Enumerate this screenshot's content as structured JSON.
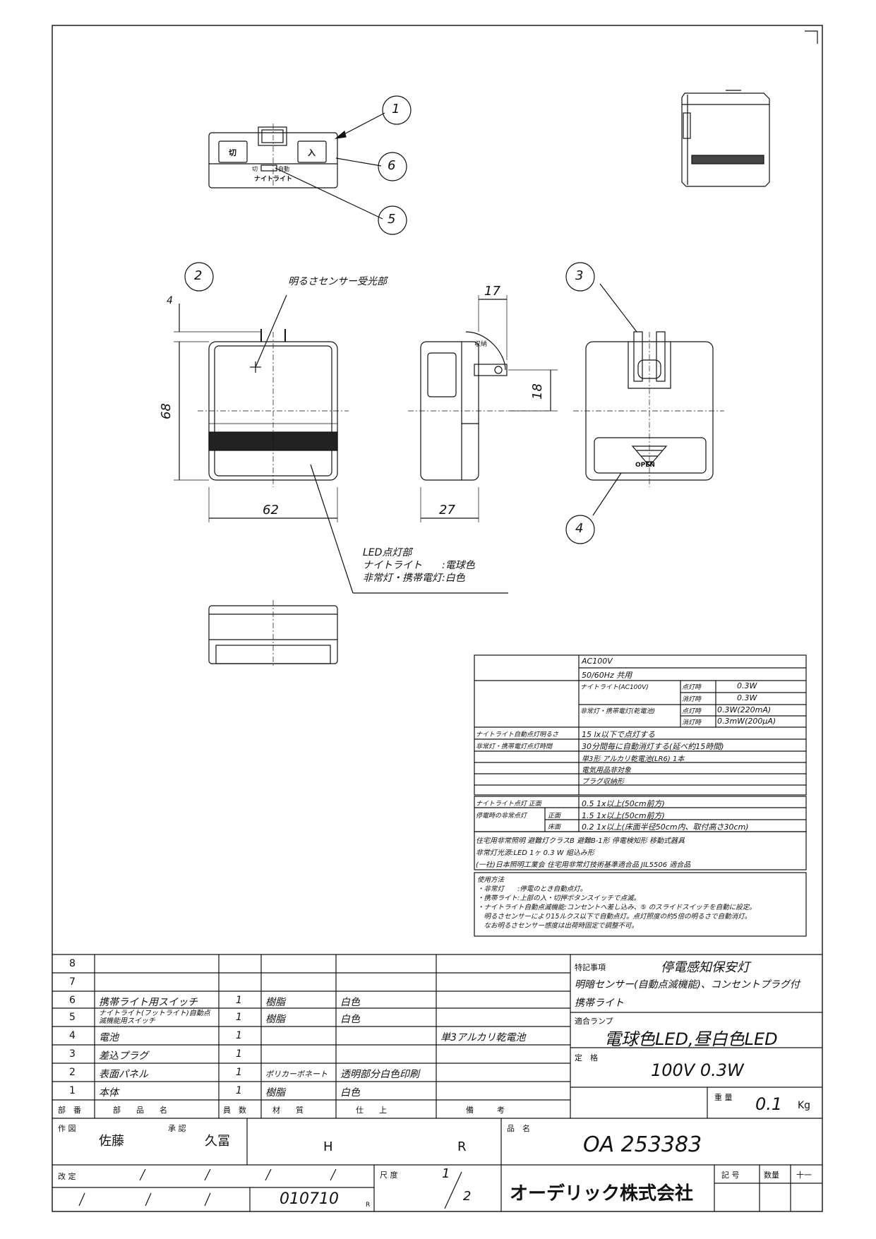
{
  "callouts": [
    "1",
    "6",
    "5",
    "2",
    "3",
    "4"
  ],
  "view_labels": {
    "sensor": "明るさセンサー受光部",
    "led_title": "LED点灯部",
    "led_night": "ナイトライト　　:電球色",
    "led_emergency": "非常灯・携帯電灯:白色",
    "storage": "収納",
    "open": "OPEN",
    "btn_off": "切",
    "btn_on": "入",
    "sw_off": "切",
    "sw_auto": "自動",
    "nightlight": "ナイトライト"
  },
  "dimensions": {
    "d4": "4",
    "d68": "68",
    "d62": "62",
    "d17": "17",
    "d18": "18",
    "d27": "27"
  },
  "spec": {
    "row_ac": "AC100V",
    "row_hz": "50/60Hz 共用",
    "night_label": "ナイトライト(AC100V)",
    "on_time": "点灯時",
    "off_time": "消灯時",
    "night_on": "0.3W",
    "night_off": "0.3W",
    "emer_label": "非常灯・携帯電灯(乾電池)",
    "emer_on": "0.3W(220mA)",
    "emer_off": "0.3mW(200μA)",
    "auto_bright_label": "ナイトライト自動点灯明るさ",
    "auto_bright": "15 lx以下で点灯する",
    "emer_time_label": "非常灯・携帯電灯点灯時間",
    "emer_time": "30分間毎に自動消灯する(延べ約15時間)",
    "battery": "単3形 アルカリ乾電池(LR6) 1本",
    "elec": "電気用品非対象",
    "plug": "プラグ収納形",
    "lux_night_label": "ナイトライト点灯 正面",
    "lux_night": "0.5 1x以上(50cm前方)",
    "lux_emer_label": "停電時の非常点灯",
    "front": "正面",
    "floor": "床面",
    "lux_emer_front": "1.5 1x以上(50cm前方)",
    "lux_emer_floor": "0.2 1x以上(床面半径50cm内、取付高さ30cm)",
    "std1": "住宅用非常照明 避難灯クラスB 避難B-1形 停電検知形 移動式器具",
    "std2": "非常灯光源:LED 1ヶ 0.3 W 組込み形",
    "std3": "(一社)日本照明工業会 住宅用非常灯技術基準適合品 JIL5506 適合品"
  },
  "usage": {
    "title": "使用方法",
    "l1": "・非常灯　　:停電のとき自動点灯。",
    "l2": "・携帯ライト:上部の入・切押ボタンスイッチで点滅。",
    "l3": "・ナイトライト自動点滅機能:コンセントへ差し込み、⑤ のスライドスイッチを自動に設定。",
    "l4": "　明るさセンサーにより15ルクス以下で自動点灯。点灯照度の約5倍の明るさで自動消灯。",
    "l5": "　なお明るさセンサー感度は出荷時固定で調整不可。"
  },
  "parts": {
    "rows": [
      {
        "no": "8",
        "name": "",
        "qty": "",
        "mat": "",
        "finish": "",
        "note": ""
      },
      {
        "no": "7",
        "name": "",
        "qty": "",
        "mat": "",
        "finish": "",
        "note": ""
      },
      {
        "no": "6",
        "name": "携帯ライト用スイッチ",
        "qty": "1",
        "mat": "樹脂",
        "finish": "白色",
        "note": ""
      },
      {
        "no": "5",
        "name": "ナイトライト(フットライト)自動点滅機能用スイッチ",
        "qty": "1",
        "mat": "樹脂",
        "finish": "白色",
        "note": ""
      },
      {
        "no": "4",
        "name": "電池",
        "qty": "1",
        "mat": "",
        "finish": "",
        "note": "単3アルカリ乾電池"
      },
      {
        "no": "3",
        "name": "差込プラグ",
        "qty": "1",
        "mat": "",
        "finish": "",
        "note": ""
      },
      {
        "no": "2",
        "name": "表面パネル",
        "qty": "1",
        "mat": "ポリカーボネート",
        "finish": "透明部分白色印刷",
        "note": ""
      },
      {
        "no": "1",
        "name": "本体",
        "qty": "1",
        "mat": "樹脂",
        "finish": "白色",
        "note": ""
      }
    ],
    "headers": [
      "部　番",
      "部　　品　　名",
      "員　数",
      "材　　質",
      "仕　　上",
      "備　　　考"
    ]
  },
  "notes": {
    "special_label": "特記事項",
    "special_title": "停電感知保安灯",
    "special_l2": "明暗センサー(自動点滅機能)、コンセントプラグ付",
    "special_l3": "携帯ライト",
    "lamp_label": "適合ランプ",
    "lamp_value": "電球色LED,昼白色LED",
    "rating_label": "定　格",
    "rating_value": "100V 0.3W",
    "weight_label": "重 量",
    "weight_value": "0.1",
    "weight_unit": "Kg"
  },
  "title_block": {
    "drawn_label": "作 図",
    "drawn_by": "佐藤",
    "approved_label": "承 認",
    "approved_by": "久冨",
    "h": "H",
    "r": "R",
    "product_label": "品　名",
    "product_no": "OA 253383",
    "revision_label": "改 定",
    "scale_label": "尺 度",
    "scale_num": "1",
    "scale_den": "2",
    "date": "010710",
    "date_suffix": "R",
    "company": "オーデリック株式会社",
    "symbol_label": "記 号",
    "qty_label": "数量",
    "sheet": "十一"
  }
}
